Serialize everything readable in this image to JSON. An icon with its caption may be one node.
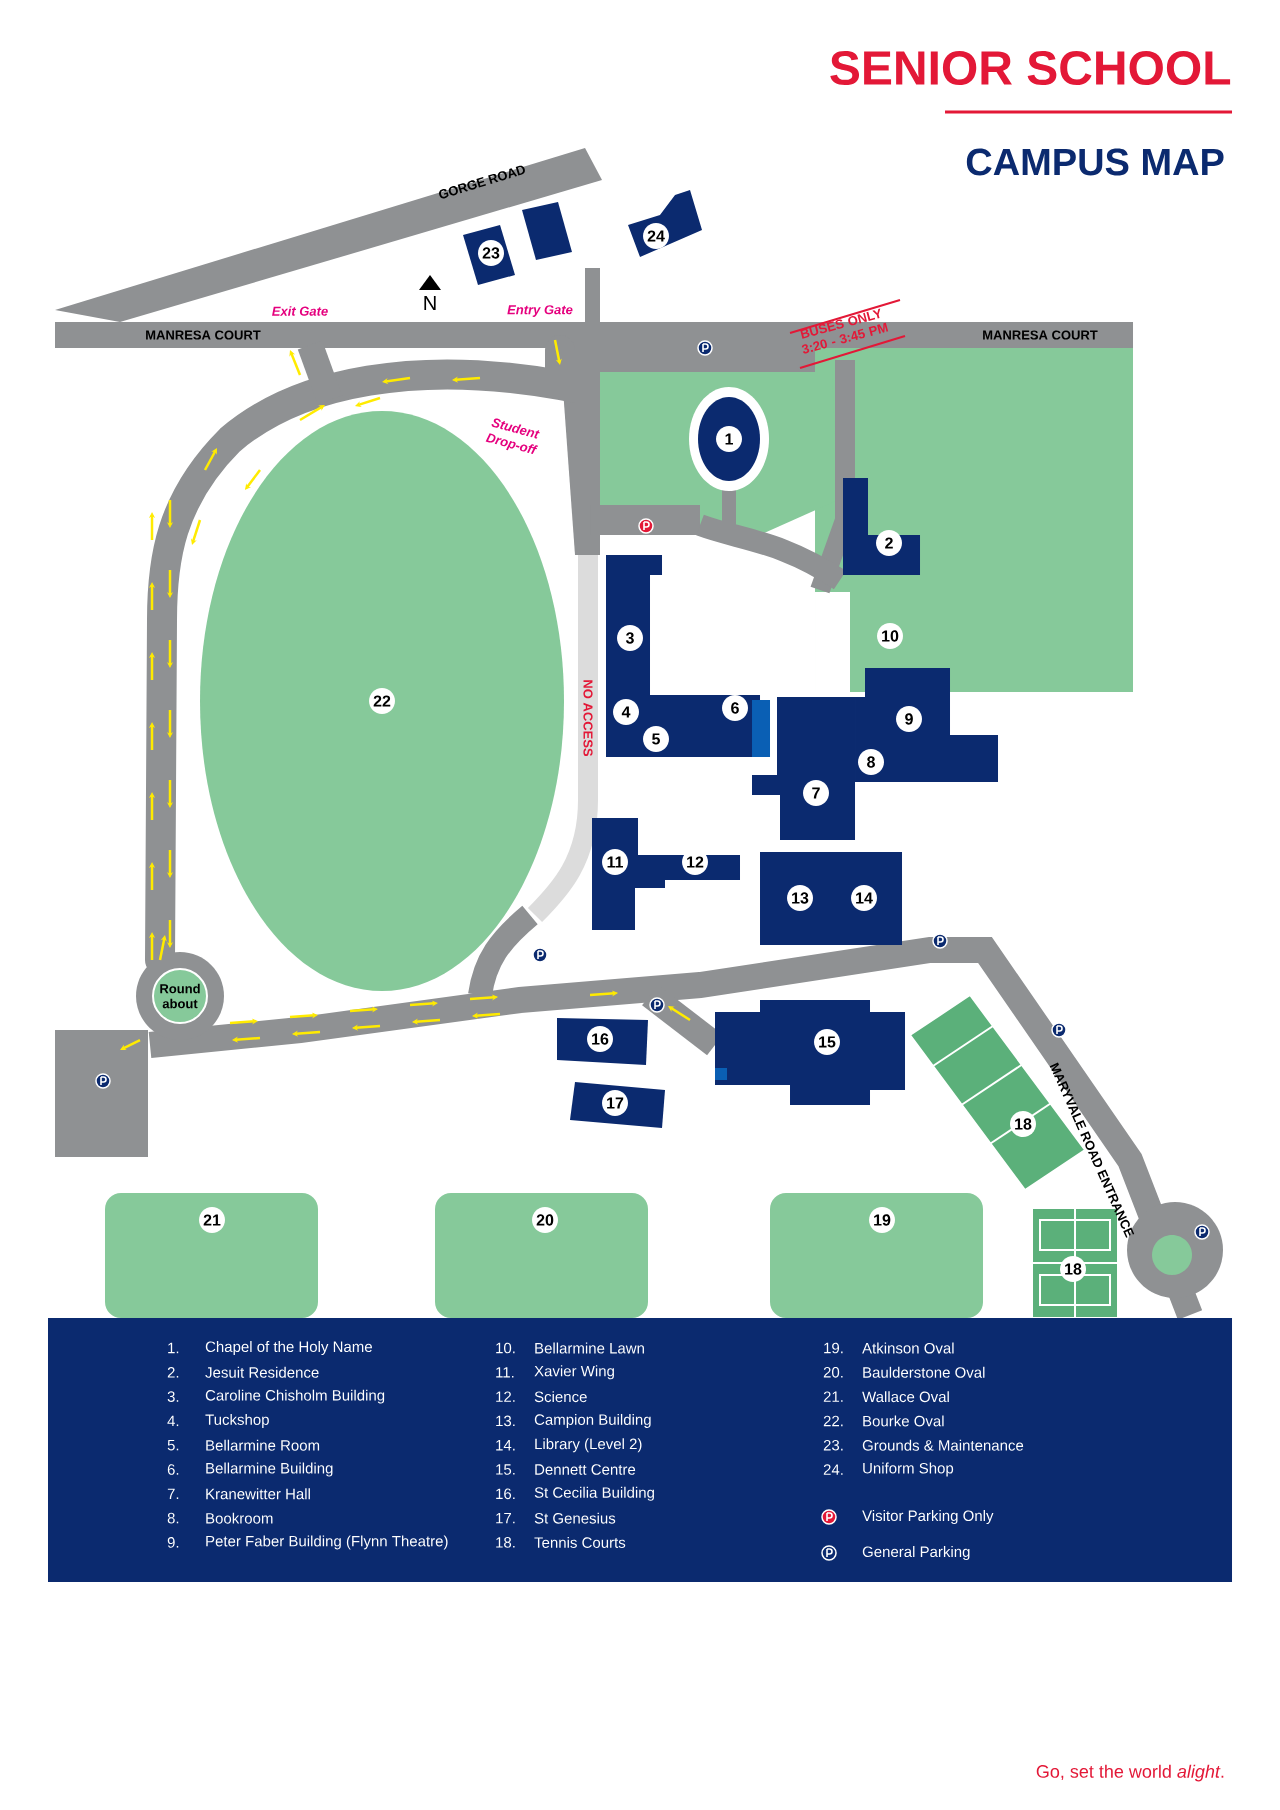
{
  "diagram": {
    "title": "SENIOR SCHOOL",
    "labels": [
      "CAMPUS MAP",
      "GORGE ROAD",
      "N",
      "23",
      "24",
      "Exit Gate",
      "Entry Gate",
      "MANRESA COURT",
      "BUSES ONLY 3:20 - 3:45 PM",
      "MANRESA COURT",
      "Student Drop-off",
      "1",
      "2",
      "3",
      "10",
      "22",
      "NO ACCESS",
      "4",
      "6",
      "9",
      "5",
      "8",
      "7",
      "11",
      "12",
      "13",
      "14",
      "Round about",
      "16",
      "15",
      "18",
      "MARYVALE ROAD ENTRANCE",
      "17",
      "21",
      "20",
      "19",
      "18",
      "1.",
      "Chapel of the Holy Name",
      "10.",
      "Bellarmine Lawn",
      "19.",
      "Atkinson Oval",
      "2.",
      "Jesuit Residence",
      "11.",
      "Xavier Wing",
      "20.",
      "Baulderstone Oval",
      "3.",
      "Caroline Chisholm Building",
      "12.",
      "Science",
      "21.",
      "Wallace Oval",
      "4.",
      "Tuckshop",
      "13.",
      "Campion Building",
      "22.",
      "Bourke Oval",
      "5.",
      "Bellarmine Room",
      "14.",
      "Library (Level 2)",
      "23.",
      "Grounds & Maintenance",
      "6.",
      "Bellarmine Building",
      "15.",
      "Dennett Centre",
      "24.",
      "Uniform Shop",
      "7.",
      "Kranewitter Hall",
      "16.",
      "St Cecilia Building",
      "8.",
      "Bookroom",
      "17.",
      "St Genesius",
      "9.",
      "Peter Faber Building (Flynn Theatre)",
      "18.",
      "Tennis Courts",
      "Go, set the world *alight*."
    ],
    "legend": [
      {
        "text": "Visitor Parking Only"
      },
      {
        "text": "General Parking"
      }
    ]
  }
}
